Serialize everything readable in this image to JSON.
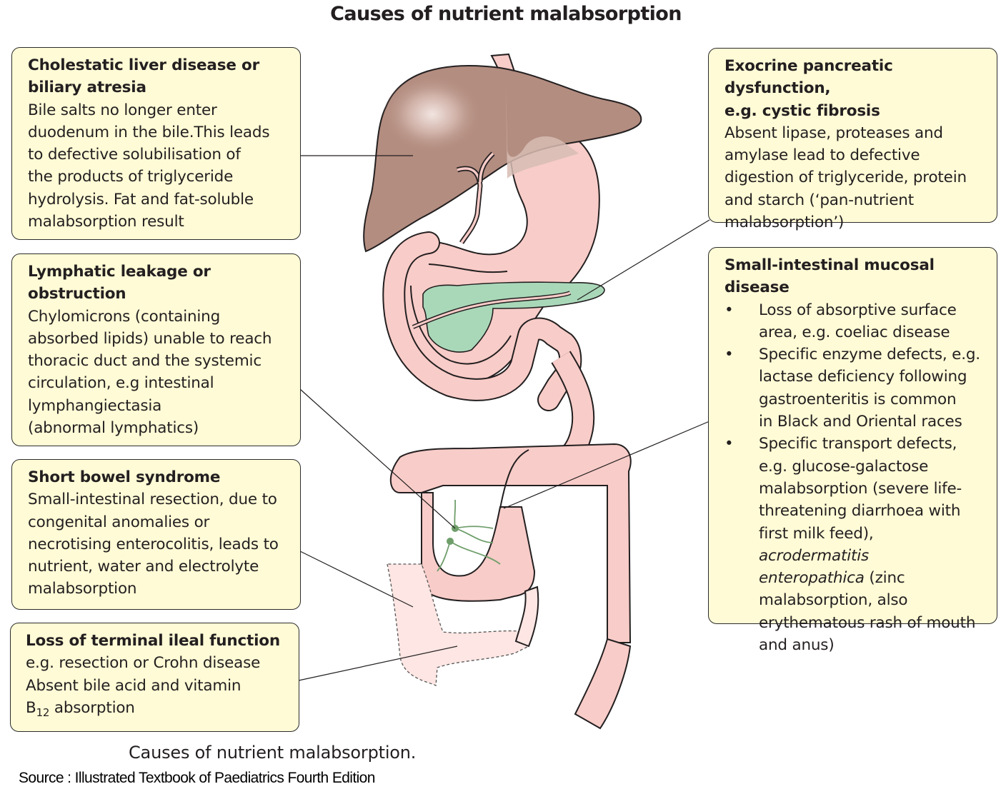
{
  "title": "Causes of nutrient malabsorption",
  "colors": {
    "box_fill": "#fffbd6",
    "box_border": "#2b2b2b",
    "liver": "#b38d80",
    "gut": "#f8ccc8",
    "gut_resected": "#fde6e3",
    "pancreas": "#a9d8b9",
    "lymphatics": "#6f9e6b"
  },
  "boxes": {
    "cholestatic": {
      "heading_lines": [
        "Cholestatic liver disease or",
        "biliary atresia"
      ],
      "body_lines": [
        "Bile salts no longer enter",
        "duodenum in the bile.This leads",
        "to defective solubilisation of",
        "the products of triglyceride",
        "hydrolysis. Fat and fat-soluble",
        "malabsorption result"
      ],
      "points_to": "liver"
    },
    "lymphatic": {
      "heading_lines": [
        "Lymphatic leakage or",
        "obstruction"
      ],
      "body_lines": [
        "Chylomicrons (containing",
        "absorbed lipids) unable to reach",
        "thoracic duct and the systemic",
        "circulation, e.g intestinal",
        "lymphangiectasia",
        "(abnormal lymphatics)"
      ],
      "points_to": "lymphatics"
    },
    "short_bowel": {
      "heading_lines": [
        "Short bowel syndrome"
      ],
      "body_lines": [
        "Small-intestinal resection, due to",
        "congenital anomalies or",
        "necrotising enterocolitis, leads to",
        "nutrient, water and electrolyte",
        "malabsorption"
      ],
      "points_to": "resected small intestine"
    },
    "terminal_ileal": {
      "heading_lines": [
        "Loss of terminal ileal function"
      ],
      "body_lines": [
        "e.g. resection or Crohn disease",
        "Absent bile acid and vitamin"
      ],
      "last_line_prefix": "B",
      "last_line_subscript": "12",
      "last_line_suffix": " absorption",
      "points_to": "terminal ileum"
    },
    "pancreatic": {
      "heading_lines": [
        "Exocrine pancreatic dysfunction,",
        "e.g. cystic fibrosis"
      ],
      "body_lines": [
        "Absent lipase, proteases and",
        "amylase lead to defective",
        "digestion of triglyceride, protein",
        "and starch (‘pan-nutrient",
        "malabsorption’)"
      ],
      "points_to": "pancreas"
    },
    "mucosal": {
      "heading_lines": [
        "Small-intestinal mucosal disease"
      ],
      "bullet_char": "•",
      "bullets": [
        {
          "lines": [
            "Loss of absorptive surface",
            "area, e.g. coeliac disease"
          ]
        },
        {
          "lines": [
            "Specific enzyme defects, e.g.",
            "lactase deficiency following",
            "gastroenteritis is common",
            "in Black and Oriental races"
          ]
        },
        {
          "lines": [
            "Specific transport defects,",
            "e.g. glucose-galactose",
            "malabsorption (severe life-",
            "threatening diarrhoea with"
          ],
          "line5_normal": "first milk feed), ",
          "line5_italic": "acrodermatitis",
          "line6_italic": "enteropathica",
          "line6_normal": " (zinc",
          "tail_lines": [
            "malabsorption, also",
            "erythematous rash of mouth",
            "and anus)"
          ]
        }
      ],
      "points_to": "small intestine"
    }
  },
  "caption": "Causes of nutrient malabsorption.",
  "source": "Source : Illustrated Textbook of Paediatrics Fourth Edition"
}
